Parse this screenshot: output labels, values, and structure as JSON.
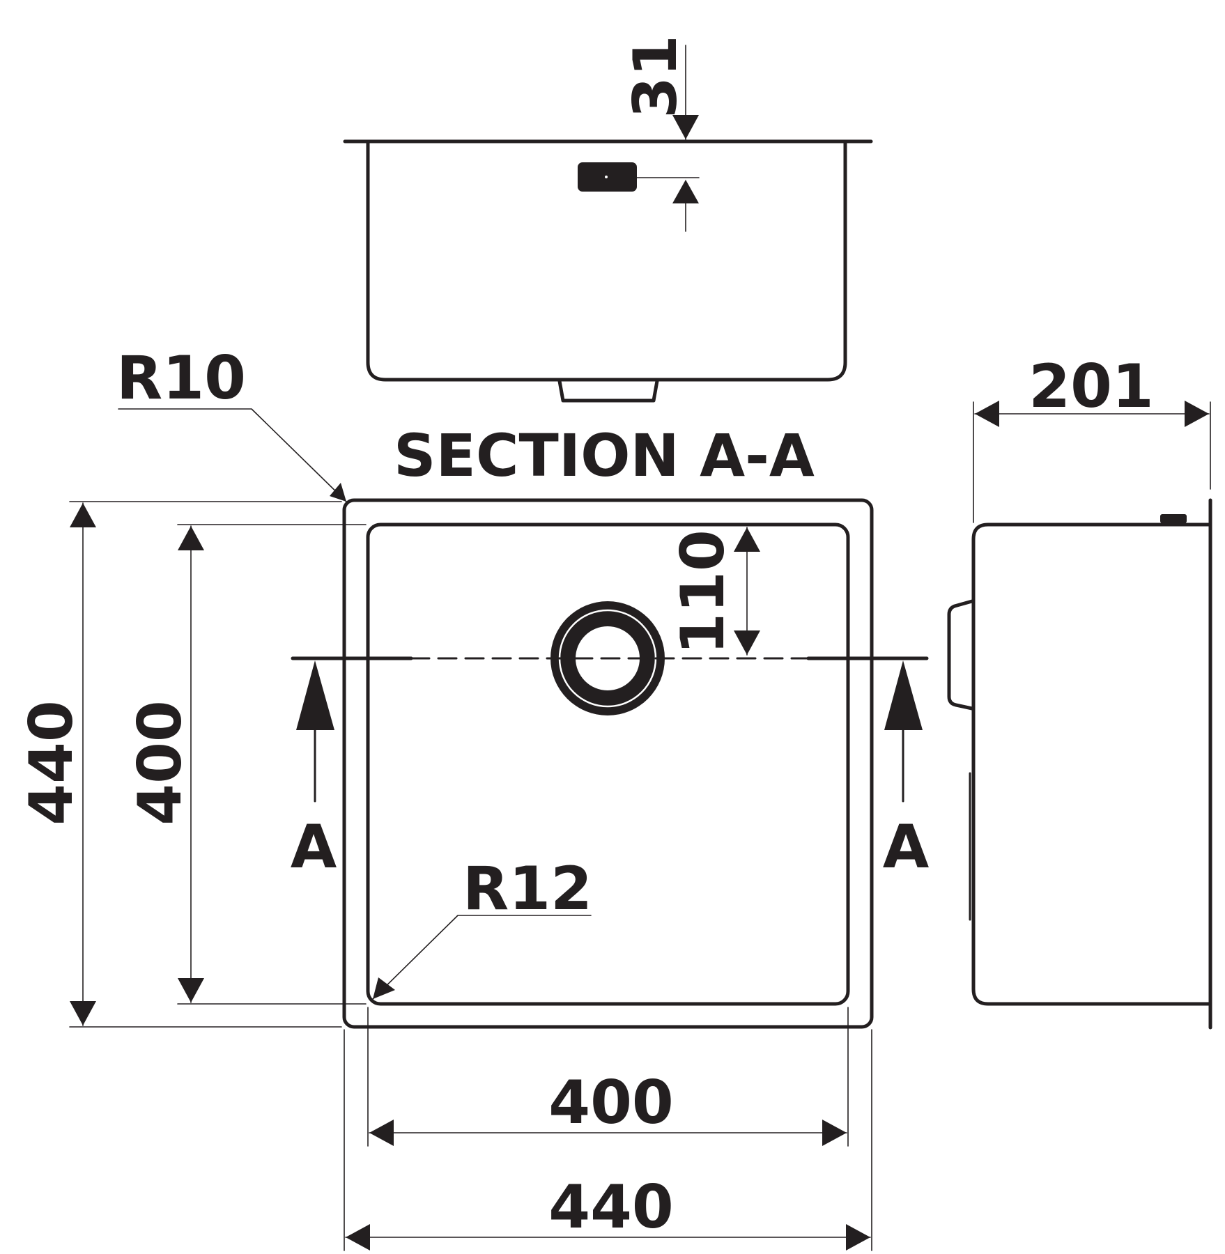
{
  "labels": {
    "section_title": "SECTION A-A",
    "radius_outer": "R10",
    "radius_inner": "R12",
    "section_marker_left": "A",
    "section_marker_right": "A"
  },
  "dimensions": {
    "rim_offset": "31",
    "drain_offset": "110",
    "outer_height": "440",
    "inner_height": "400",
    "inner_width": "400",
    "outer_width": "440",
    "depth": "201"
  }
}
